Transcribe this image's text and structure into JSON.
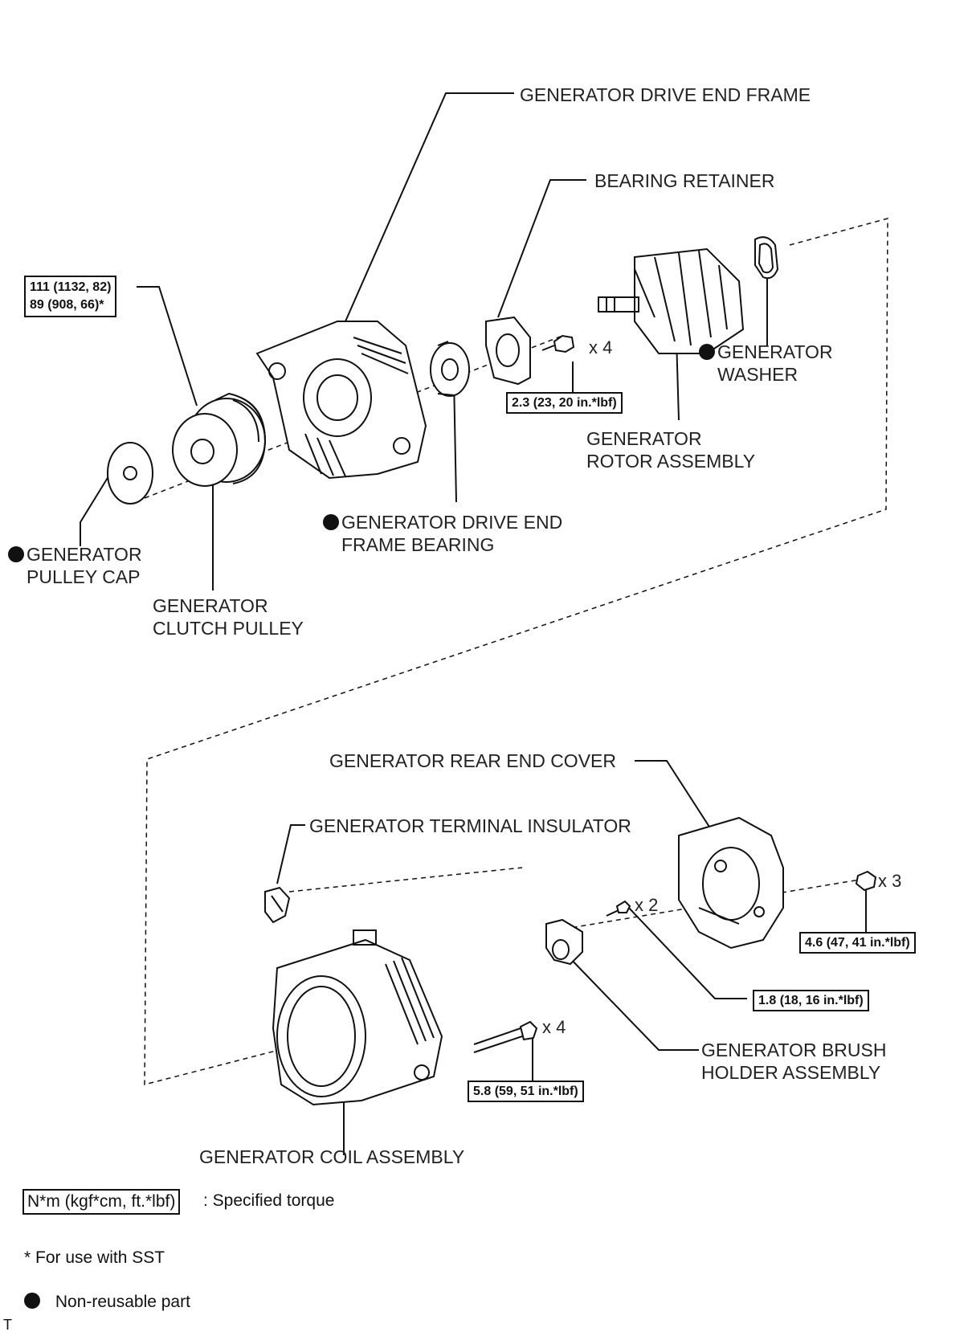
{
  "labels": {
    "drive_end_frame": "GENERATOR DRIVE END FRAME",
    "bearing_retainer": "BEARING RETAINER",
    "washer_line1": "GENERATOR",
    "washer_line2": "WASHER",
    "rotor_line1": "GENERATOR",
    "rotor_line2": "ROTOR ASSEMBLY",
    "bearing_line1": "GENERATOR DRIVE END",
    "bearing_line2": "FRAME BEARING",
    "pulley_cap_line1": "GENERATOR",
    "pulley_cap_line2": "PULLEY CAP",
    "clutch_pulley_line1": "GENERATOR",
    "clutch_pulley_line2": "CLUTCH PULLEY",
    "rear_end_cover": "GENERATOR REAR END COVER",
    "terminal_insulator": "GENERATOR TERMINAL INSULATOR",
    "brush_holder_line1": "GENERATOR BRUSH",
    "brush_holder_line2": "HOLDER ASSEMBLY",
    "coil_assembly": "GENERATOR COIL ASSEMBLY"
  },
  "torques": {
    "pulley_line1": "111 (1132, 82)",
    "pulley_line2": "89 (908, 66)*",
    "retainer_bolt": "2.3 (23, 20 in.*lbf)",
    "cover_nut": "4.6 (47, 41 in.*lbf)",
    "brush_screw": "1.8 (18, 16 in.*lbf)",
    "through_bolt": "5.8 (59, 51 in.*lbf)"
  },
  "quantities": {
    "retainer_bolt": "x 4",
    "cover_nut": "x 3",
    "brush_screw": "x 2",
    "through_bolt": "x 4"
  },
  "legend": {
    "torque_box": "N*m (kgf*cm, ft.*lbf)",
    "torque_text": ": Specified torque",
    "sst_note": "* For use with SST",
    "non_reusable": "Non-reusable part",
    "corner_mark": "T"
  },
  "colors": {
    "ink": "#111111",
    "background": "#ffffff"
  }
}
